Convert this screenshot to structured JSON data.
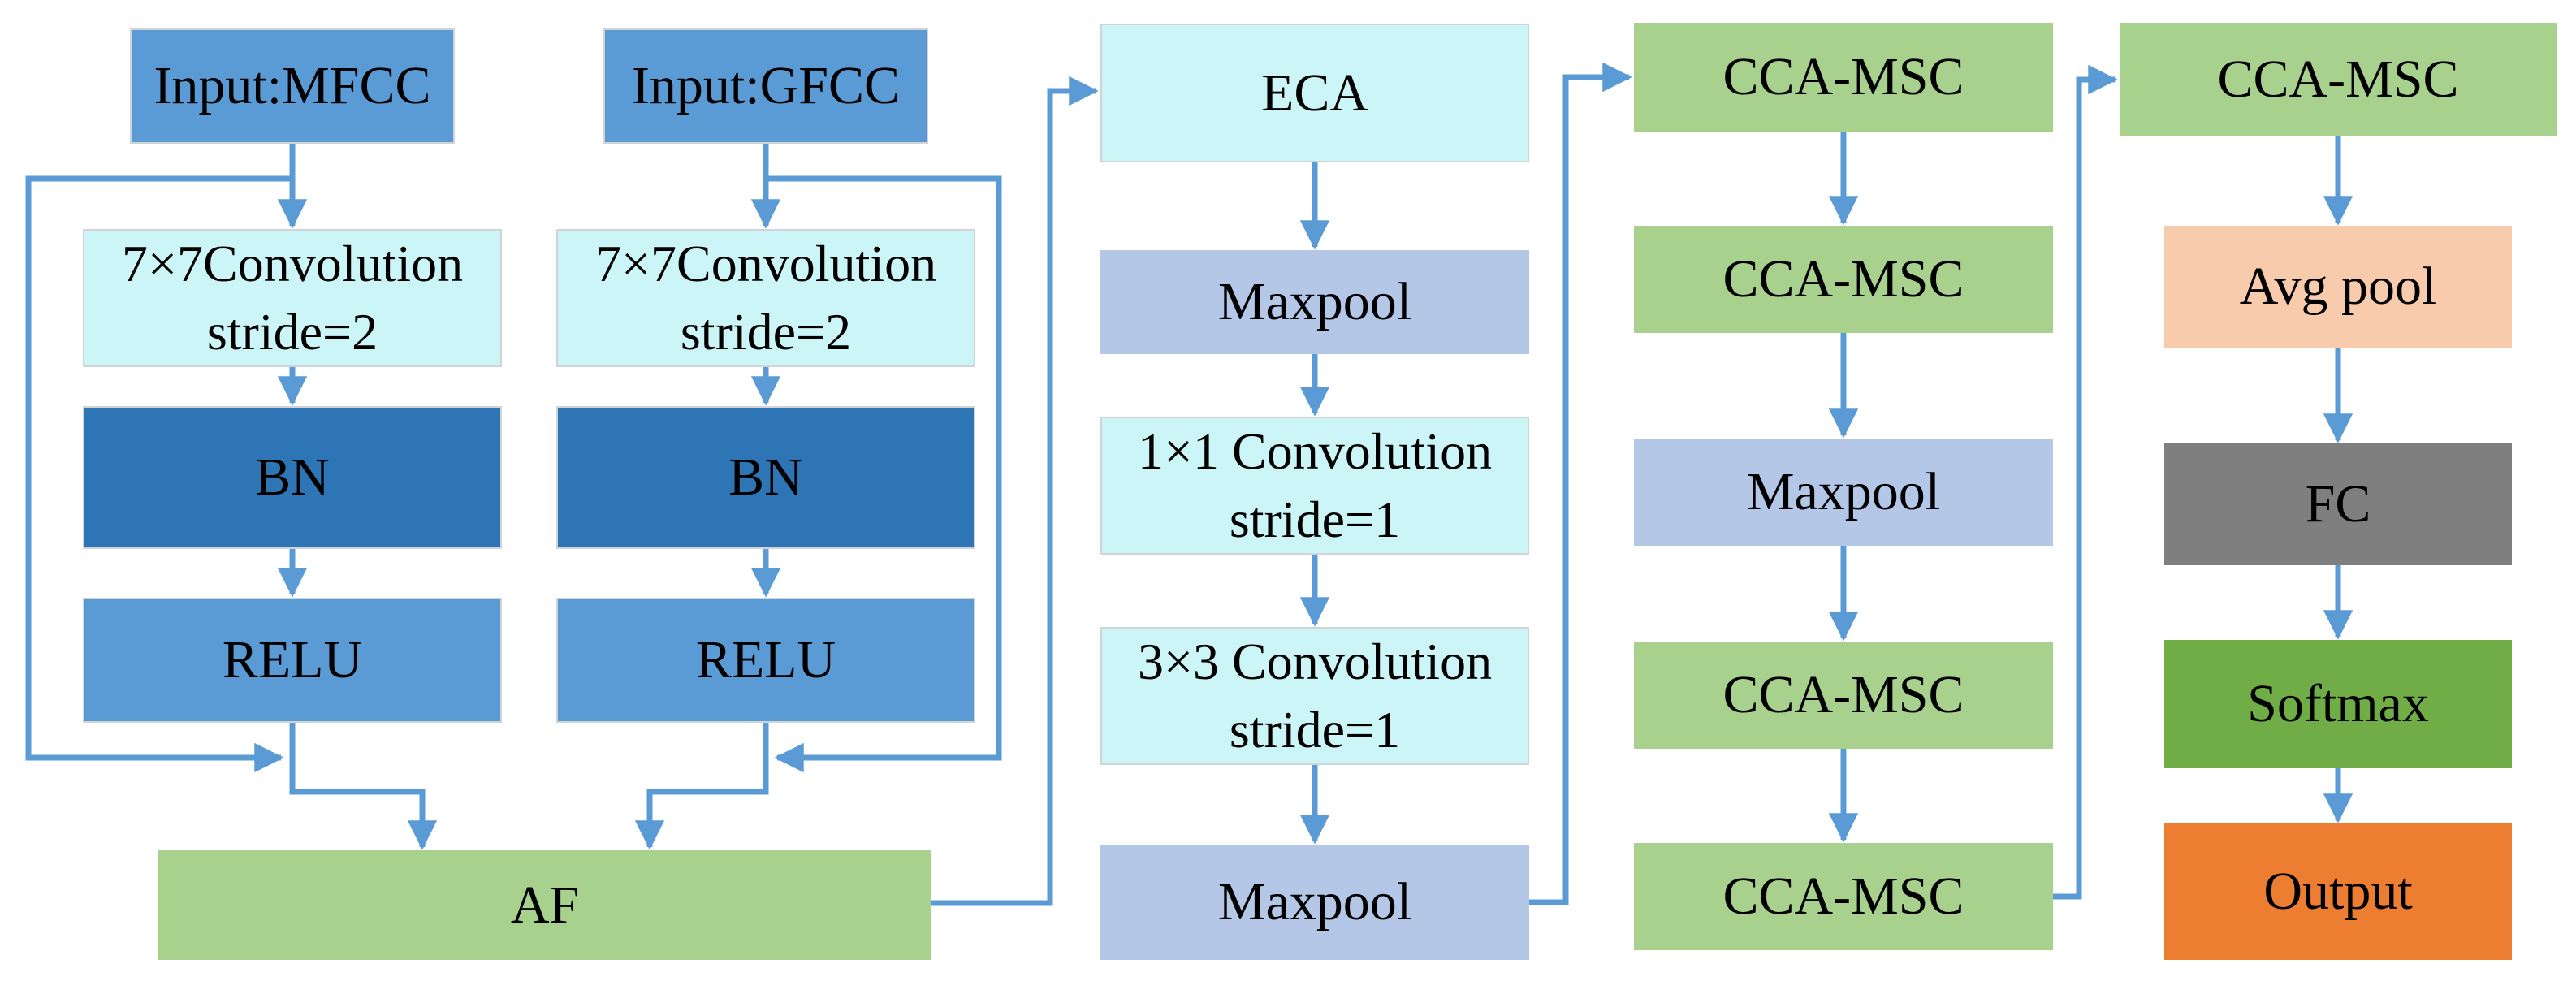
{
  "diagram": {
    "description": "Dual-branch speech feature CNN architecture flowchart",
    "palette": {
      "blue_mid": "#5b9bd5",
      "blue_dark": "#2e75b6",
      "cyan_light": "#ccf5f8",
      "periwinkle": "#b4c7e7",
      "green_light": "#a9d18e",
      "green_mid": "#70ad47",
      "peach": "#f8cbad",
      "gray_mid": "#7f7f7f",
      "orange": "#ed7d31",
      "connector_blue": "#5b9bd5",
      "text_black": "#000000"
    },
    "nodes": {
      "input_mfcc": {
        "label": "Input:MFCC",
        "fill": "blue_mid"
      },
      "input_gfcc": {
        "label": "Input:GFCC",
        "fill": "blue_mid"
      },
      "conv7_mfcc": {
        "line1": "7×7Convolution",
        "line2": "stride=2",
        "fill": "cyan_light"
      },
      "conv7_gfcc": {
        "line1": "7×7Convolution",
        "line2": "stride=2",
        "fill": "cyan_light"
      },
      "bn_mfcc": {
        "label": "BN",
        "fill": "blue_dark"
      },
      "bn_gfcc": {
        "label": "BN",
        "fill": "blue_dark"
      },
      "relu_mfcc": {
        "label": "RELU",
        "fill": "blue_mid"
      },
      "relu_gfcc": {
        "label": "RELU",
        "fill": "blue_mid"
      },
      "af": {
        "label": "AF",
        "fill": "green_light"
      },
      "eca": {
        "label": "ECA",
        "fill": "cyan_light"
      },
      "maxpool_1": {
        "label": "Maxpool",
        "fill": "periwinkle"
      },
      "conv1x1": {
        "line1": "1×1 Convolution",
        "line2": "stride=1",
        "fill": "cyan_light"
      },
      "conv3x3": {
        "line1": "3×3 Convolution",
        "line2": "stride=1",
        "fill": "cyan_light"
      },
      "maxpool_2": {
        "label": "Maxpool",
        "fill": "periwinkle"
      },
      "cca_msc_1": {
        "label": "CCA-MSC",
        "fill": "green_light"
      },
      "cca_msc_2": {
        "label": "CCA-MSC",
        "fill": "green_light"
      },
      "maxpool_3": {
        "label": "Maxpool",
        "fill": "periwinkle"
      },
      "cca_msc_3": {
        "label": "CCA-MSC",
        "fill": "green_light"
      },
      "cca_msc_4": {
        "label": "CCA-MSC",
        "fill": "green_light"
      },
      "cca_msc_5": {
        "label": "CCA-MSC",
        "fill": "green_light"
      },
      "avg_pool": {
        "label": "Avg pool",
        "fill": "peach"
      },
      "fc": {
        "label": "FC",
        "fill": "gray_mid"
      },
      "softmax": {
        "label": "Softmax",
        "fill": "green_mid"
      },
      "output": {
        "label": "Output",
        "fill": "orange"
      }
    },
    "edges": [
      {
        "from": "input_mfcc",
        "to": "conv7_mfcc",
        "type": "arrow"
      },
      {
        "from": "conv7_mfcc",
        "to": "bn_mfcc",
        "type": "arrow"
      },
      {
        "from": "bn_mfcc",
        "to": "relu_mfcc",
        "type": "arrow"
      },
      {
        "from": "relu_mfcc",
        "to": "af",
        "type": "arrow"
      },
      {
        "from": "input_mfcc",
        "to": "relu_mfcc",
        "type": "skip-arrow"
      },
      {
        "from": "input_gfcc",
        "to": "conv7_gfcc",
        "type": "arrow"
      },
      {
        "from": "conv7_gfcc",
        "to": "bn_gfcc",
        "type": "arrow"
      },
      {
        "from": "bn_gfcc",
        "to": "relu_gfcc",
        "type": "arrow"
      },
      {
        "from": "relu_gfcc",
        "to": "af",
        "type": "arrow"
      },
      {
        "from": "input_gfcc",
        "to": "relu_gfcc",
        "type": "skip-arrow"
      },
      {
        "from": "af",
        "to": "eca",
        "type": "arrow"
      },
      {
        "from": "eca",
        "to": "maxpool_1",
        "type": "arrow"
      },
      {
        "from": "maxpool_1",
        "to": "conv1x1",
        "type": "arrow"
      },
      {
        "from": "conv1x1",
        "to": "conv3x3",
        "type": "arrow"
      },
      {
        "from": "conv3x3",
        "to": "maxpool_2",
        "type": "arrow"
      },
      {
        "from": "maxpool_2",
        "to": "cca_msc_1",
        "type": "arrow"
      },
      {
        "from": "cca_msc_1",
        "to": "cca_msc_2",
        "type": "arrow"
      },
      {
        "from": "cca_msc_2",
        "to": "maxpool_3",
        "type": "arrow"
      },
      {
        "from": "maxpool_3",
        "to": "cca_msc_3",
        "type": "arrow"
      },
      {
        "from": "cca_msc_3",
        "to": "cca_msc_4",
        "type": "arrow"
      },
      {
        "from": "cca_msc_4",
        "to": "cca_msc_5",
        "type": "arrow"
      },
      {
        "from": "cca_msc_5",
        "to": "avg_pool",
        "type": "arrow"
      },
      {
        "from": "avg_pool",
        "to": "fc",
        "type": "arrow"
      },
      {
        "from": "fc",
        "to": "softmax",
        "type": "arrow"
      },
      {
        "from": "softmax",
        "to": "output",
        "type": "arrow"
      }
    ]
  }
}
